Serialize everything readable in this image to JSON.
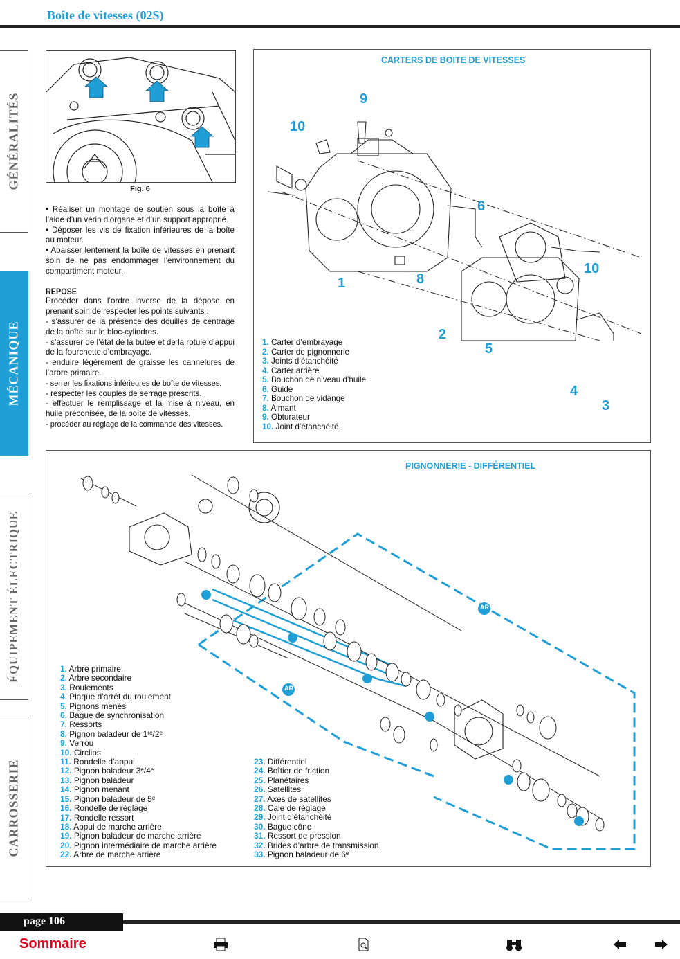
{
  "header": {
    "title": "Boîte de vitesses (02S)"
  },
  "sidebar": {
    "tabs": [
      {
        "label": "GÉNÉRALITÉS",
        "active": false
      },
      {
        "label": "MÉCANIQUE",
        "active": true
      },
      {
        "label": "ÉQUIPEMENT ÉLECTRIQUE",
        "active": false
      },
      {
        "label": "CARROSSERIE",
        "active": false
      }
    ]
  },
  "figure6": {
    "caption": "Fig. 6"
  },
  "text": {
    "p1": "• Réaliser un montage de soutien sous la boîte à l’aide d’un vérin d’organe et d’un support approprié.",
    "p2": "• Déposer les vis de fixation inférieures de la boîte au moteur.",
    "p3": "• Abaisser lentement la boîte de vitesses en prenant soin de ne pas endommager l’environnement du compartiment moteur.",
    "section": "REPOSE",
    "p4": "Procéder dans l’ordre inverse de la dépose en prenant soin de respecter les points suivants :",
    "p5": "- s’assurer de la présence des douilles de centrage de la boîte sur le bloc-cylindres.",
    "p6": "- s’assurer de l’état de la butée et de la rotule d’appui de la fourchette d’embrayage.",
    "p7": "- enduire légèrement de graisse les cannelures de l’arbre primaire.",
    "p8": "- serrer les fixations inférieures de boîte de vitesses.",
    "p9": "- respecter les couples de serrage prescrits.",
    "p10": "- effectuer le remplissage et la mise à niveau, en huile préconisée, de la boîte de vitesses.",
    "p11": "- procéder au réglage de la commande des vitesses."
  },
  "carters": {
    "title": "CARTERS DE BOITE DE VITESSES",
    "callouts": [
      "9",
      "10",
      "6",
      "10",
      "8",
      "1",
      "2",
      "5",
      "4",
      "3"
    ],
    "legend": [
      {
        "num": "1.",
        "label": "Carter d’embrayage"
      },
      {
        "num": "2.",
        "label": "Carter de pignonnerie"
      },
      {
        "num": "3.",
        "label": "Joints d’étanchéité"
      },
      {
        "num": "4.",
        "label": "Carter arrière"
      },
      {
        "num": "5.",
        "label": "Bouchon de niveau d’huile"
      },
      {
        "num": "6.",
        "label": "Guide"
      },
      {
        "num": "7.",
        "label": "Bouchon de vidange"
      },
      {
        "num": "8.",
        "label": "Aimant"
      },
      {
        "num": "9.",
        "label": "Obturateur"
      },
      {
        "num": "10.",
        "label": "Joint d’étanchéité."
      }
    ]
  },
  "pignonnerie": {
    "title": "PIGNONNERIE - DIFFÉRENTIEL",
    "ar_label": "AR",
    "legend_left": [
      {
        "num": "1.",
        "label": "Arbre primaire"
      },
      {
        "num": "2.",
        "label": "Arbre secondaire"
      },
      {
        "num": "3.",
        "label": "Roulements"
      },
      {
        "num": "4.",
        "label": "Plaque d’arrêt du roulement"
      },
      {
        "num": "5.",
        "label": "Pignons menés"
      },
      {
        "num": "6.",
        "label": "Bague de synchronisation"
      },
      {
        "num": "7.",
        "label": "Ressorts"
      },
      {
        "num": "8.",
        "label": "Pignon baladeur de 1ʳᵉ/2ᵉ"
      },
      {
        "num": "9.",
        "label": "Verrou"
      },
      {
        "num": "10.",
        "label": "Circlips"
      },
      {
        "num": "11.",
        "label": "Rondelle d’appui"
      },
      {
        "num": "12.",
        "label": "Pignon baladeur 3ᵉ/4ᵉ"
      },
      {
        "num": "13.",
        "label": "Pignon baladeur"
      },
      {
        "num": "14.",
        "label": "Pignon menant"
      },
      {
        "num": "15.",
        "label": "Pignon baladeur de 5ᵉ"
      },
      {
        "num": "16.",
        "label": "Rondelle de réglage"
      },
      {
        "num": "17.",
        "label": "Rondelle ressort"
      },
      {
        "num": "18.",
        "label": "Appui de marche arrière"
      },
      {
        "num": "19.",
        "label": "Pignon baladeur de marche arrière"
      },
      {
        "num": "20.",
        "label": "Pignon intermédiaire de marche arrière"
      },
      {
        "num": "22.",
        "label": "Arbre de marche arrière"
      }
    ],
    "legend_right": [
      {
        "num": "23.",
        "label": "Différentiel"
      },
      {
        "num": "24.",
        "label": "Boîtier de friction"
      },
      {
        "num": "25.",
        "label": "Planétaires"
      },
      {
        "num": "26.",
        "label": "Satellites"
      },
      {
        "num": "27.",
        "label": "Axes de satellites"
      },
      {
        "num": "28.",
        "label": "Cale de réglage"
      },
      {
        "num": "29.",
        "label": "Joint d’étanchéité"
      },
      {
        "num": "30.",
        "label": "Bague cône"
      },
      {
        "num": "31.",
        "label": "Ressort de pression"
      },
      {
        "num": "32.",
        "label": "Brides d’arbre de transmission."
      },
      {
        "num": "33.",
        "label": "Pignon baladeur de 6ᵉ"
      }
    ]
  },
  "footer": {
    "page": "page 106",
    "sommaire": "Sommaire"
  },
  "colors": {
    "accent": "#1f9fd6",
    "sommaire": "#e1001a"
  }
}
